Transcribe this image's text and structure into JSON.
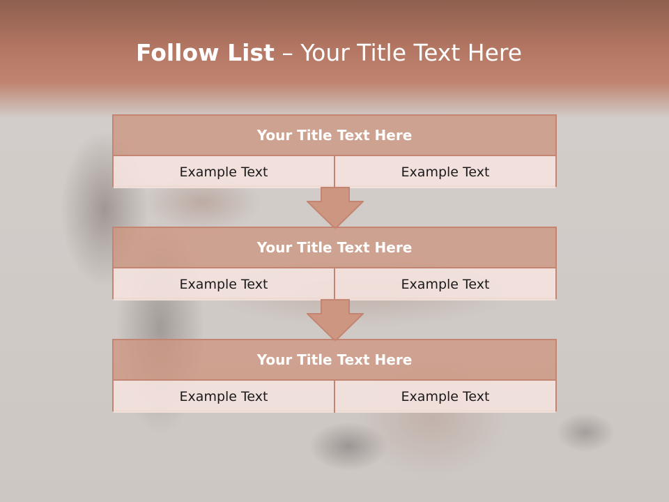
{
  "slide": {
    "title_bold": "Follow List",
    "title_rest": " – Your Title Text Here"
  },
  "steps": [
    {
      "title": "Your Title Text Here",
      "left": "Example Text",
      "right": "Example Text"
    },
    {
      "title": "Your Title Text Here",
      "left": "Example Text",
      "right": "Example Text"
    },
    {
      "title": "Your Title Text Here",
      "left": "Example Text",
      "right": "Example Text"
    }
  ],
  "colors": {
    "accent": "#c38572",
    "header_fill": "#cd9680",
    "cell_fill": "#f4e2de",
    "banner": "#b27662"
  },
  "icons": [
    "down-arrow-icon",
    "down-arrow-icon"
  ]
}
